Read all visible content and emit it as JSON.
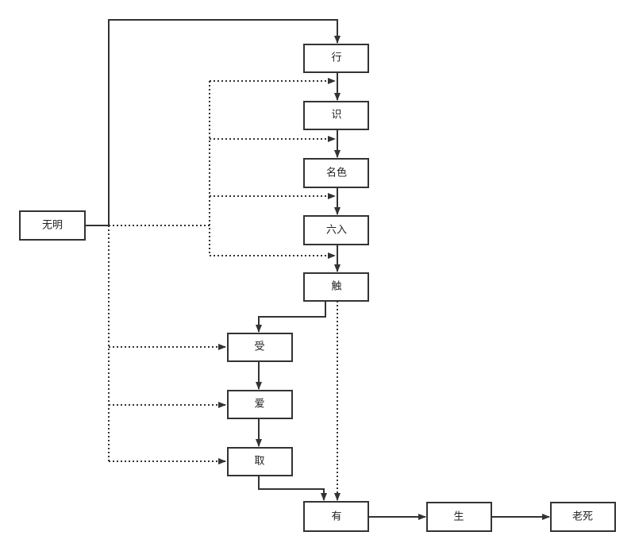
{
  "nodes": {
    "wuming": "无明",
    "xing": "行",
    "shi": "识",
    "mingse": "名色",
    "liuru": "六入",
    "chu": "触",
    "shou": "受",
    "ai": "爱",
    "qu": "取",
    "you": "有",
    "sheng": "生",
    "laosi": "老死"
  },
  "colors": {
    "stroke": "#333333",
    "background": "#ffffff"
  }
}
